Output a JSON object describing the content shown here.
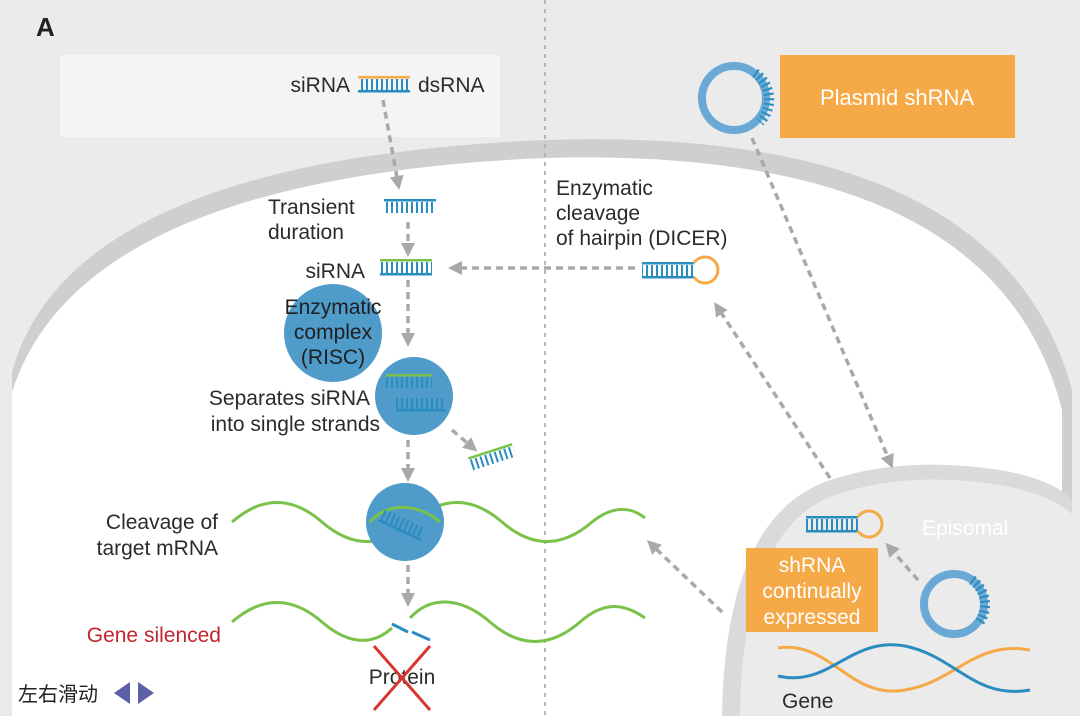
{
  "panel_label": "A",
  "labels": {
    "sirna_top": "siRNA",
    "dsrna": "dsRNA",
    "plasmid_shrna": "Plasmid shRNA",
    "transient": [
      "Transient",
      "duration"
    ],
    "enzymatic_cleavage": [
      "Enzymatic",
      "cleavage",
      "of hairpin (DICER)"
    ],
    "sirna_mid": "siRNA",
    "risc": [
      "Enzymatic",
      "complex",
      "(RISC)"
    ],
    "separates": [
      "Separates siRNA",
      "into single strands"
    ],
    "cleavage_target": [
      "Cleavage of",
      "target mRNA"
    ],
    "gene_silenced": "Gene silenced",
    "protein": "Protein",
    "episomal": "Episomal",
    "shrna_expressed": [
      "shRNA",
      "continually",
      "expressed"
    ],
    "gene": "Gene"
  },
  "nav": {
    "label": "左右滑动",
    "prev_icon": "triangle-left-icon",
    "next_icon": "triangle-right-icon"
  },
  "colors": {
    "blue_rna": "#2a8dbf",
    "green_strand": "#7ac24a",
    "orange": "#f5a947",
    "risc_circle": "#4f9bc9",
    "gene_silenced": "#c0262d",
    "cross": "#d9352f",
    "arrow": "#aaaaaa",
    "cell_membrane": "#c9c9c9"
  }
}
